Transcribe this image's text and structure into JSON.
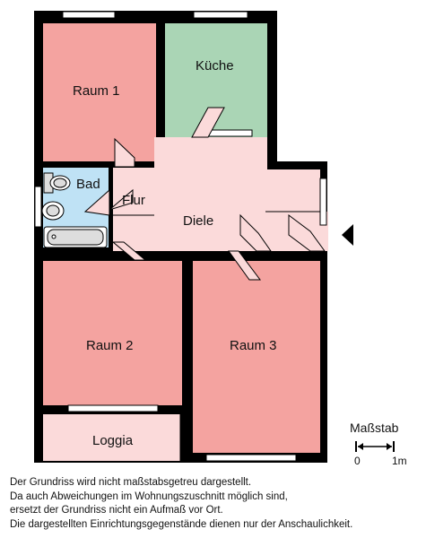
{
  "rooms": {
    "raum1": "Raum 1",
    "kueche": "Küche",
    "bad": "Bad",
    "flur": "Flur",
    "diele": "Diele",
    "raum2": "Raum 2",
    "raum3": "Raum 3",
    "loggia": "Loggia"
  },
  "scale": {
    "title": "Maßstab",
    "start": "0",
    "end": "1m"
  },
  "disclaimer": [
    "Der Grundriss wird nicht maßstabsgetreu dargestellt.",
    "Da auch Abweichungen im Wohnungszuschnitt möglich sind,",
    "ersetzt der Grundriss nicht ein Aufmaß vor Ort.",
    "Die dargestellten Einrichtungsgegenstände dienen nur der Anschaulichkeit."
  ],
  "colors": {
    "wall": "#000000",
    "room": "#f4a3a0",
    "kitchen": "#aad5b5",
    "bath": "#bfe2f5",
    "hall": "#fbdada",
    "fixture": "#dddddd"
  }
}
